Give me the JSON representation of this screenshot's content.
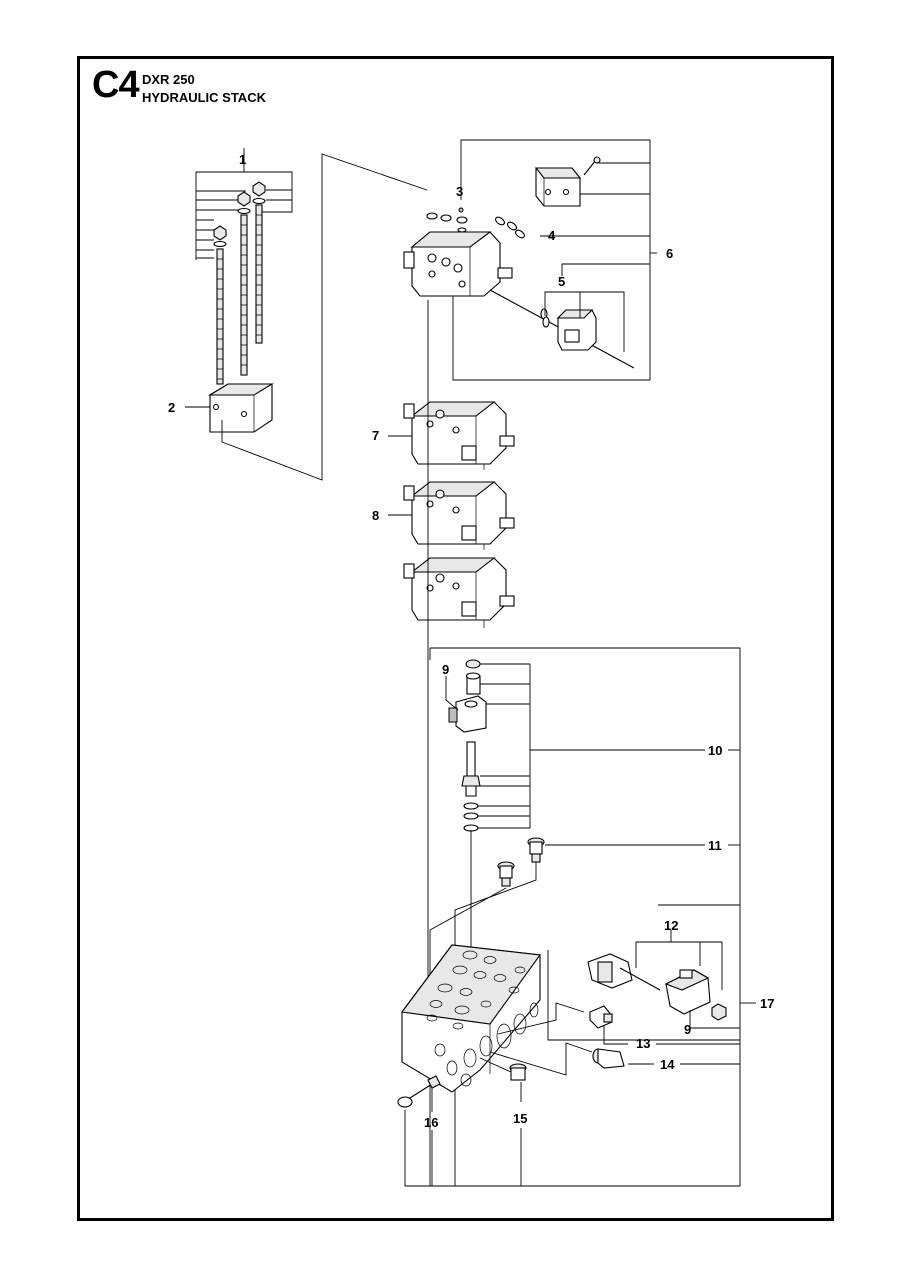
{
  "header": {
    "section_code": "C4",
    "model": "DXR 250",
    "title": "HYDRAULIC STACK"
  },
  "callouts": [
    {
      "id": "c1",
      "label": "1"
    },
    {
      "id": "c2",
      "label": "2"
    },
    {
      "id": "c3",
      "label": "3"
    },
    {
      "id": "c4",
      "label": "4"
    },
    {
      "id": "c5",
      "label": "5"
    },
    {
      "id": "c6",
      "label": "6"
    },
    {
      "id": "c7",
      "label": "7"
    },
    {
      "id": "c8",
      "label": "8"
    },
    {
      "id": "c9a",
      "label": "9"
    },
    {
      "id": "c9b",
      "label": "9"
    },
    {
      "id": "c10",
      "label": "10"
    },
    {
      "id": "c11",
      "label": "11"
    },
    {
      "id": "c12",
      "label": "12"
    },
    {
      "id": "c13",
      "label": "13"
    },
    {
      "id": "c14",
      "label": "14"
    },
    {
      "id": "c15",
      "label": "15"
    },
    {
      "id": "c16",
      "label": "16"
    },
    {
      "id": "c17",
      "label": "17"
    }
  ]
}
